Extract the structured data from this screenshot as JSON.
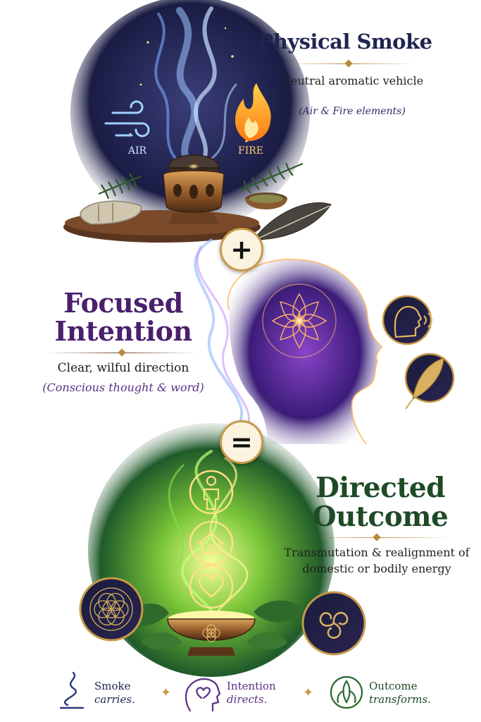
{
  "sections": {
    "smoke": {
      "title": "Physical Smoke",
      "line1": "Neutral aromatic vehicle",
      "line2": "(Air & Fire elements)",
      "air_label": "AIR",
      "fire_label": "FIRE"
    },
    "intention": {
      "title": "Focused Intention",
      "line1": "Clear, wilful direction",
      "line2": "(Conscious thought & word)"
    },
    "outcome": {
      "title": "Directed Outcome",
      "line1": "Transmutation & realignment of domestic or bodily energy"
    }
  },
  "operators": {
    "plus": "+",
    "equals": "="
  },
  "footer": {
    "smoke_a": "Smoke",
    "smoke_b": "carries.",
    "intention_a": "Intention",
    "intention_b": "directs.",
    "outcome_a": "Outcome",
    "outcome_b": "transforms."
  },
  "colors": {
    "smoke_title": "#1f2550",
    "intention_title": "#4a1f6e",
    "outcome_title": "#1e4a26",
    "gold": "#c79a48"
  },
  "icons": [
    "wind-icon",
    "flame-icon",
    "incense-burner-icon",
    "sage-bundle-icon",
    "feather-icon",
    "head-silhouette-icon",
    "lotus-icon",
    "speaking-head-icon",
    "quill-icon",
    "person-icon",
    "house-icon",
    "heart-icon",
    "flower-of-life-icon",
    "triskele-icon",
    "bowl-icon",
    "smoke-swirl-icon",
    "brain-heart-icon",
    "leaf-hands-icon"
  ]
}
